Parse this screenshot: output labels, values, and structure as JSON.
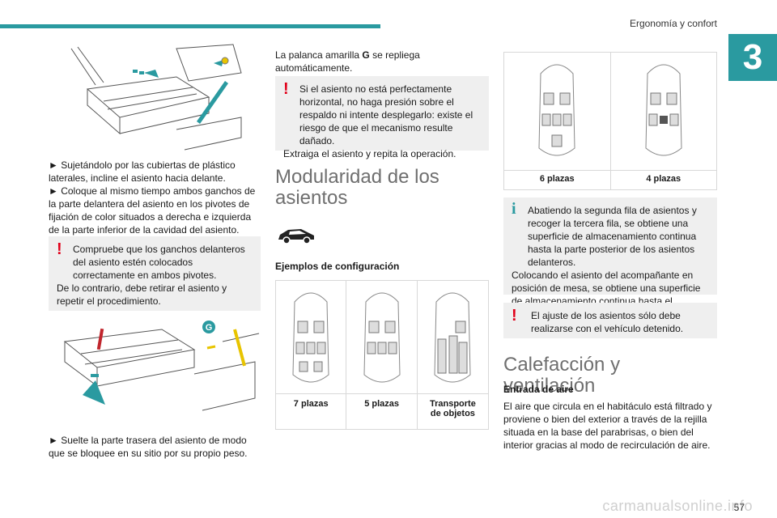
{
  "header": {
    "section_title": "Ergonomía y confort",
    "chapter_number": "3"
  },
  "col1": {
    "figure1_label": "",
    "p1": "► Sujetándolo por las cubiertas de plástico laterales, incline el asiento hacia delante.",
    "p2": "► Coloque al mismo tiempo ambos ganchos de la parte delantera del asiento en los pivotes de fijación de color situados a derecha e izquierda de la parte inferior de la cavidad del asiento.",
    "warn1_line1": "Compruebe que los ganchos delanteros",
    "warn1_rest": "del asiento estén colocados correctamente en ambos pivotes.",
    "warn1_rest2": "De lo contrario, debe retirar el asiento y repetir el procedimiento.",
    "figure2_label": "G",
    "p3": "► Suelte la parte trasera del asiento de modo que se bloquee en su sitio por su propio peso."
  },
  "col2": {
    "p1_pre": "La palanca amarilla ",
    "p1_bold": "G",
    "p1_post": " se repliega automáticamente.",
    "warn_line1": "Si el asiento no está perfectamente",
    "warn_rest": "horizontal, no haga presión sobre el respaldo ni intente desplegarlo: existe el riesgo de que el mecanismo resulte dañado.",
    "warn_rest2": "Extraiga el asiento y repita la operación.",
    "heading": "Modularidad de los asientos",
    "subheading": "Ejemplos de configuración",
    "table_labels": [
      "7 plazas",
      "5 plazas",
      "Transporte de objetos"
    ]
  },
  "col3": {
    "table_labels": [
      "6 plazas",
      "4 plazas"
    ],
    "info_line1": "Abatiendo la segunda fila de asientos y",
    "info_rest": "recoger la tercera fila, se obtiene una superficie de almacenamiento continua hasta la parte posterior de los asientos delanteros.",
    "info_rest2": "Colocando el asiento del acompañante en posición de mesa, se obtiene una superficie de almacenamiento continua hasta el salpicadero.",
    "warn_line1": "El ajuste de los asientos sólo debe",
    "warn_rest": "realizarse con el vehículo detenido.",
    "heading": "Calefacción y ventilación",
    "subheading": "Entrada de aire",
    "p1": "El aire que circula en el habitáculo está filtrado y proviene o bien del exterior a través de la rejilla situada en la base del parabrisas, o bien del interior gracias al modo de recirculación de aire."
  },
  "footer": {
    "page_number": "57",
    "watermark": "carmanualsonline.info"
  },
  "colors": {
    "accent": "#2a9aa0",
    "warning": "#e1001a",
    "box_bg": "#efefef"
  }
}
